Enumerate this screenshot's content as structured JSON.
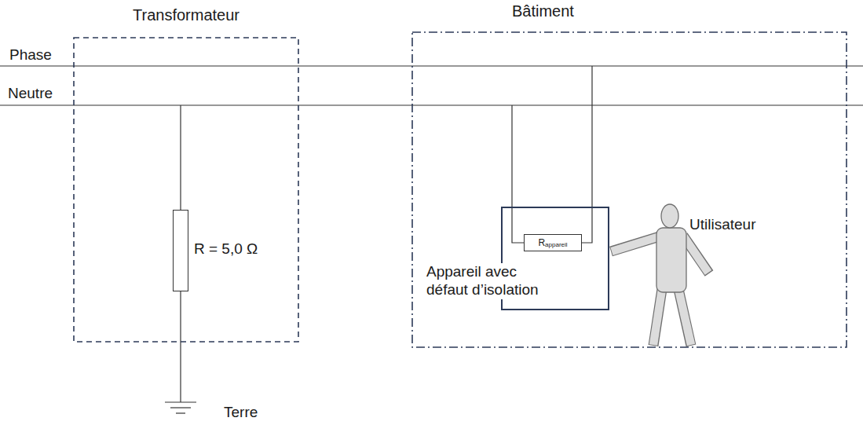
{
  "diagram": {
    "nodes": [
      {
        "text": [
          "Transformateur"
        ]
      },
      {
        "text": [
          "R = 5,0 Ω"
        ],
        "in": 0
      },
      {
        "text": [
          "Bâtiment"
        ]
      },
      {
        "text": [
          "Appareil avec défaut d’isolation"
        ],
        "in": 2
      },
      {
        "text": [
          "R",
          "appareil"
        ],
        "in": 3
      }
    ],
    "labels": [
      "Phase",
      "Neutre",
      "Terre",
      "Utilisateur"
    ]
  }
}
